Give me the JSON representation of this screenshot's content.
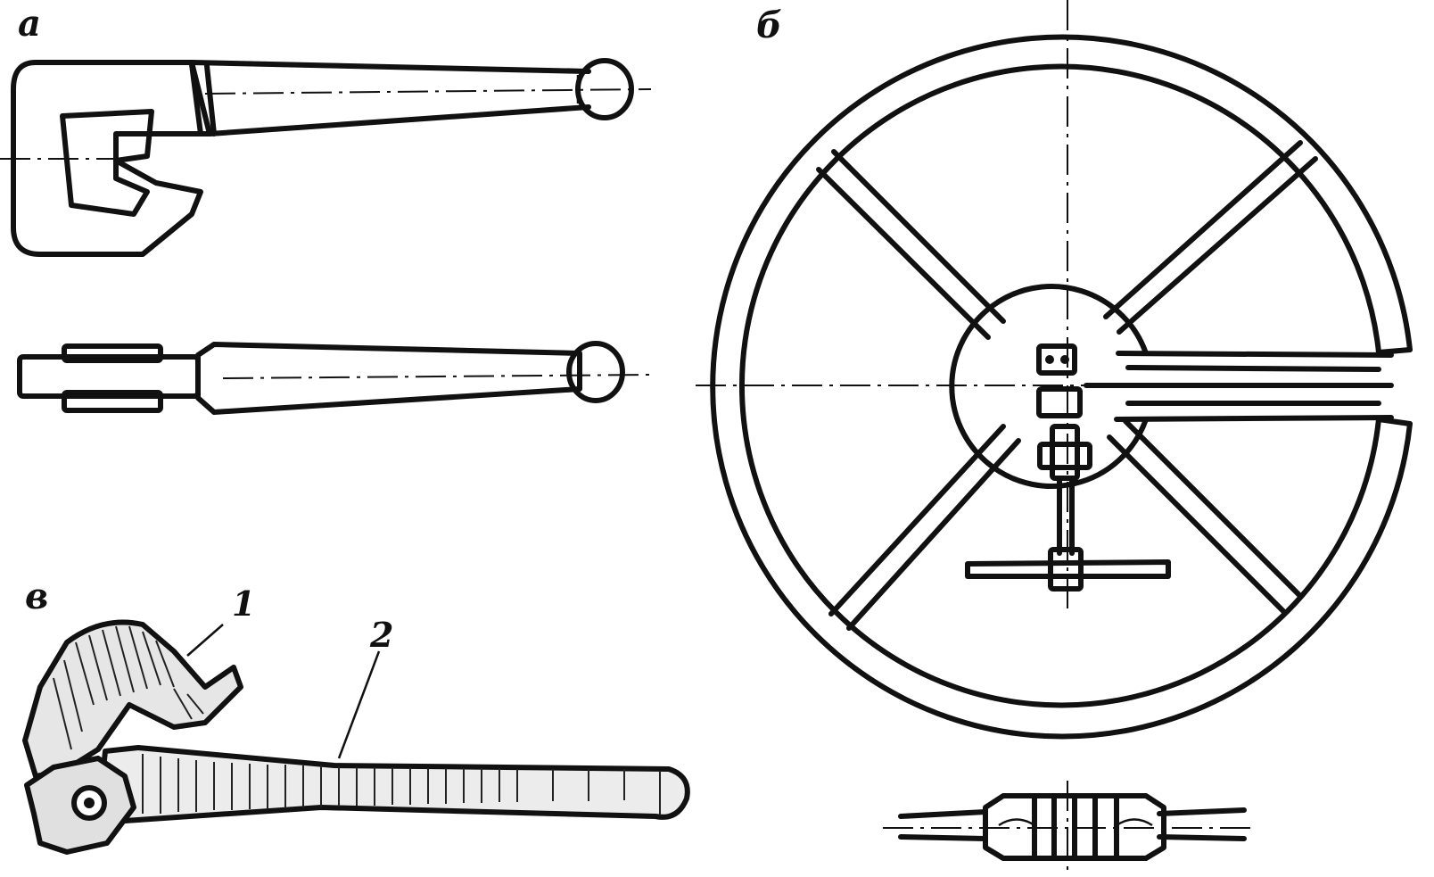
{
  "labels": {
    "view_a": "а",
    "view_b": "б",
    "view_v": "в"
  },
  "callouts": {
    "part_1": "1",
    "part_2": "2"
  }
}
